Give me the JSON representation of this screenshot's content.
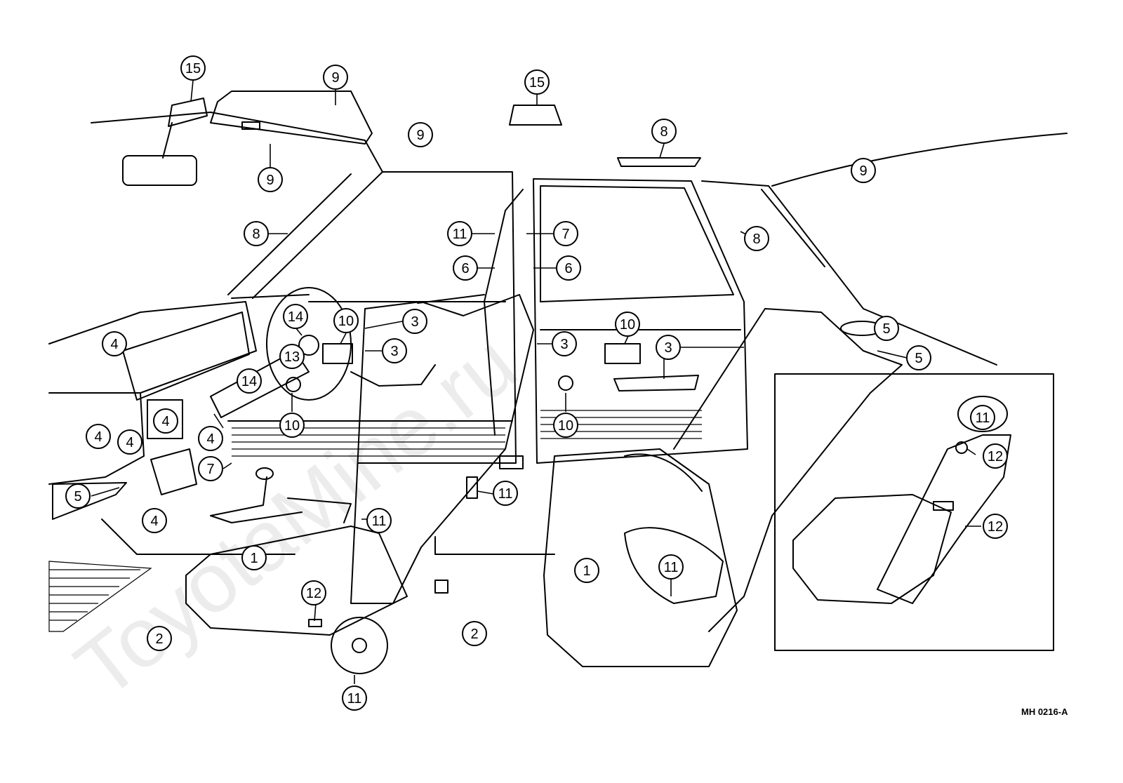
{
  "diagram": {
    "drawing_code": "MH 0216-A",
    "watermark": "ToyotaMine.ru",
    "callouts": [
      {
        "id": "c1",
        "label": "15"
      },
      {
        "id": "c2",
        "label": "9"
      },
      {
        "id": "c3",
        "label": "15"
      },
      {
        "id": "c4",
        "label": "9"
      },
      {
        "id": "c5",
        "label": "9"
      },
      {
        "id": "c6",
        "label": "8"
      },
      {
        "id": "c7",
        "label": "9"
      },
      {
        "id": "c8",
        "label": "8"
      },
      {
        "id": "c9",
        "label": "11"
      },
      {
        "id": "c10",
        "label": "7"
      },
      {
        "id": "c11",
        "label": "6"
      },
      {
        "id": "c12",
        "label": "6"
      },
      {
        "id": "c13",
        "label": "8"
      },
      {
        "id": "c14",
        "label": "14"
      },
      {
        "id": "c15",
        "label": "10"
      },
      {
        "id": "c16",
        "label": "3"
      },
      {
        "id": "c17",
        "label": "10"
      },
      {
        "id": "c18",
        "label": "3"
      },
      {
        "id": "c19",
        "label": "3"
      },
      {
        "id": "c20",
        "label": "3"
      },
      {
        "id": "c21",
        "label": "5"
      },
      {
        "id": "c22",
        "label": "5"
      },
      {
        "id": "c23",
        "label": "4"
      },
      {
        "id": "c24",
        "label": "13"
      },
      {
        "id": "c25",
        "label": "14"
      },
      {
        "id": "c26",
        "label": "10"
      },
      {
        "id": "c27",
        "label": "10"
      },
      {
        "id": "c28",
        "label": "4"
      },
      {
        "id": "c29",
        "label": "4"
      },
      {
        "id": "c30",
        "label": "4"
      },
      {
        "id": "c31",
        "label": "4"
      },
      {
        "id": "c32",
        "label": "7"
      },
      {
        "id": "c33",
        "label": "5"
      },
      {
        "id": "c34",
        "label": "4"
      },
      {
        "id": "c35",
        "label": "11"
      },
      {
        "id": "c36",
        "label": "11"
      },
      {
        "id": "c37",
        "label": "1"
      },
      {
        "id": "c38",
        "label": "1"
      },
      {
        "id": "c39",
        "label": "11"
      },
      {
        "id": "c40",
        "label": "12"
      },
      {
        "id": "c41",
        "label": "2"
      },
      {
        "id": "c42",
        "label": "2"
      },
      {
        "id": "c43",
        "label": "11"
      },
      {
        "id": "c44",
        "label": "11"
      },
      {
        "id": "c45",
        "label": "12"
      },
      {
        "id": "c46",
        "label": "12"
      }
    ]
  }
}
